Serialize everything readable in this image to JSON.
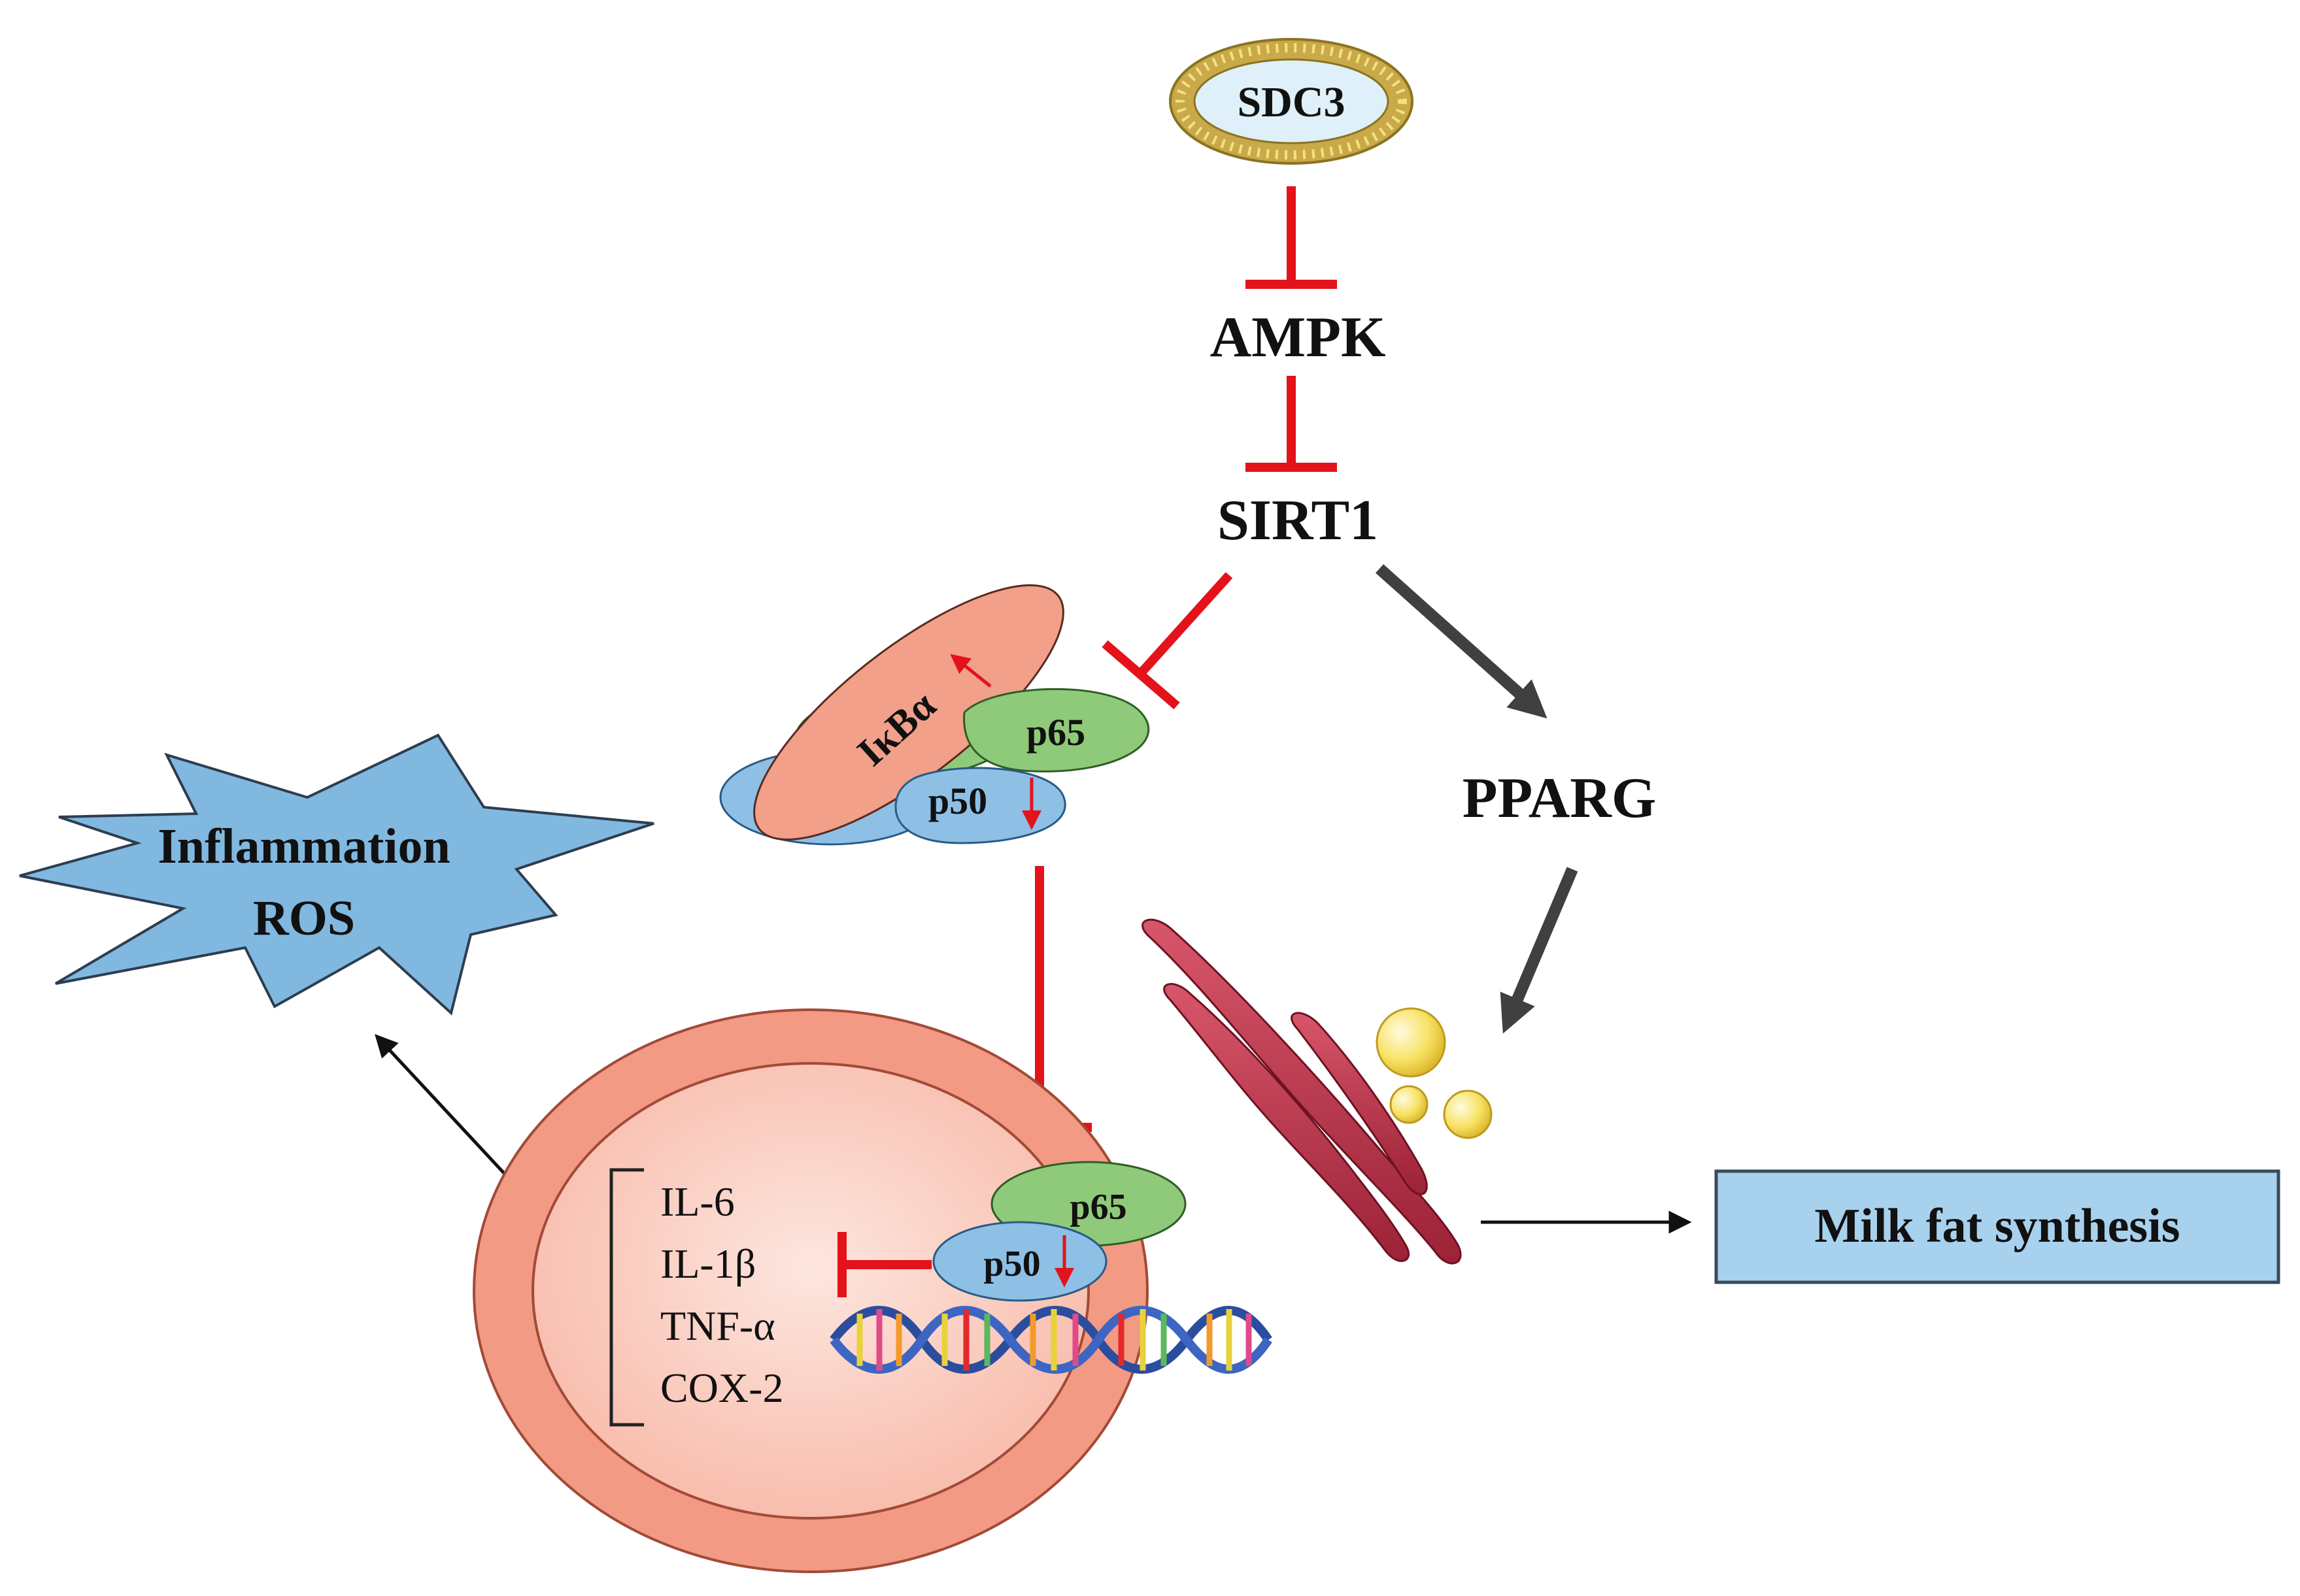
{
  "nodes": {
    "sdc3": "SDC3",
    "ampk": "AMPK",
    "sirt1": "SIRT1",
    "pparg": "PPARG",
    "ikba": "IκBα",
    "p65_cyto": "p65",
    "p50_cyto": "p50",
    "p65_nuc": "p65",
    "p50_nuc": "p50",
    "inflammation": "Inflammation",
    "ros": "ROS",
    "milk_fat": "Milk fat synthesis"
  },
  "target_genes": [
    "IL-6",
    "IL-1β",
    "TNF-α",
    "COX-2"
  ],
  "edges": [
    {
      "from": "SDC3",
      "to": "AMPK",
      "type": "inhibition"
    },
    {
      "from": "AMPK",
      "to": "SIRT1",
      "type": "inhibition"
    },
    {
      "from": "SIRT1",
      "to": "IκBα/p65/p50",
      "type": "inhibition"
    },
    {
      "from": "SIRT1",
      "to": "PPARG",
      "type": "activation"
    },
    {
      "from": "PPARG",
      "to": "lipid droplets",
      "type": "activation"
    },
    {
      "from": "IκBα/p65/p50",
      "to": "nuclear p65/p50",
      "type": "inhibition"
    },
    {
      "from": "nuclear p65/p50",
      "to": "target genes",
      "type": "inhibition"
    },
    {
      "from": "target genes",
      "to": "Inflammation ROS",
      "type": "activation"
    },
    {
      "from": "organelles",
      "to": "Milk fat synthesis",
      "type": "activation"
    }
  ],
  "colors": {
    "inhibition": "#e3121b",
    "activation": "#404040",
    "ikba": "#f2a08a",
    "p65": "#8fca7a",
    "p50": "#8ec0e6",
    "nucleus_outer": "#ef8f7a",
    "nucleus_inner": "#fbd3c8",
    "burst": "#80b8e0",
    "milk_box": "#a8d1ee",
    "golgi": "#b8364a",
    "lipid": "#f7e263"
  }
}
